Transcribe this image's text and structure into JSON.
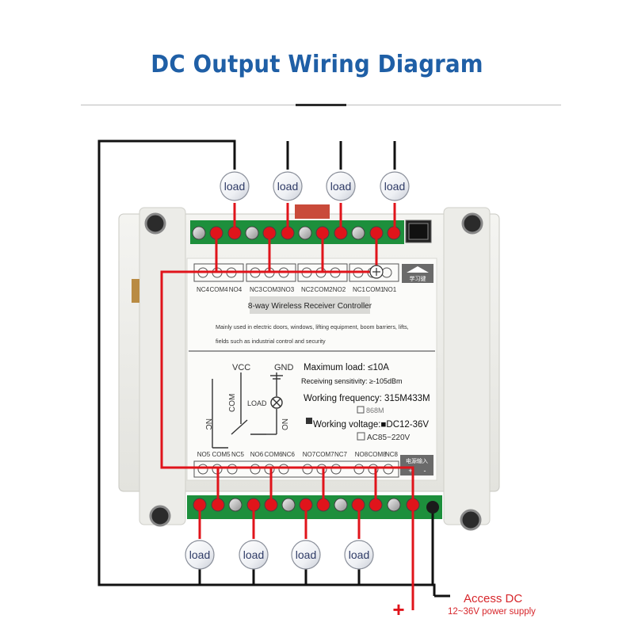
{
  "title": "DC Output Wiring Diagram",
  "load_label": "load",
  "top_terminals": [
    "NC4",
    "COM4",
    "NO4",
    "NC3",
    "COM3",
    "NO3",
    "NC2",
    "COM2",
    "NO2",
    "NC1",
    "COM1",
    "NO1"
  ],
  "bottom_terminals": [
    "NO5",
    "COM5",
    "NC5",
    "NO6",
    "COM6",
    "NC6",
    "NO7",
    "COM7",
    "NC7",
    "NO8",
    "COM8",
    "NC8"
  ],
  "study_label": "学习键",
  "power_input_label": "电源输入",
  "controller_name": "8-way Wireless Receiver Controller",
  "description_line1": "Mainly used in electric doors, windows, lifting equipment, boom barriers, lifts,",
  "description_line2": "fields such as industrial control and security",
  "schematic": {
    "vcc": "VCC",
    "gnd": "GND",
    "nc": "NC",
    "com": "COM",
    "no": "NO",
    "load": "LOAD"
  },
  "specs": {
    "max_load": "Maximum load: ≤10A",
    "sensitivity": "Receiving sensitivity: ≥-105dBm",
    "frequency": "Working frequency: 315M433M",
    "freq_option": "868M",
    "voltage": "Working voltage:■DC12-36V",
    "ac_option": "AC85~220V"
  },
  "plus_sign": "+",
  "minus_sign": "-",
  "access_dc": "Access DC",
  "power_supply": "12~36V power supply",
  "colors": {
    "title": "#1f5fa6",
    "wire_black": "#111111",
    "wire_red": "#e0141b",
    "terminal_green": "#1d8f3c",
    "access_red": "#d7262b"
  }
}
